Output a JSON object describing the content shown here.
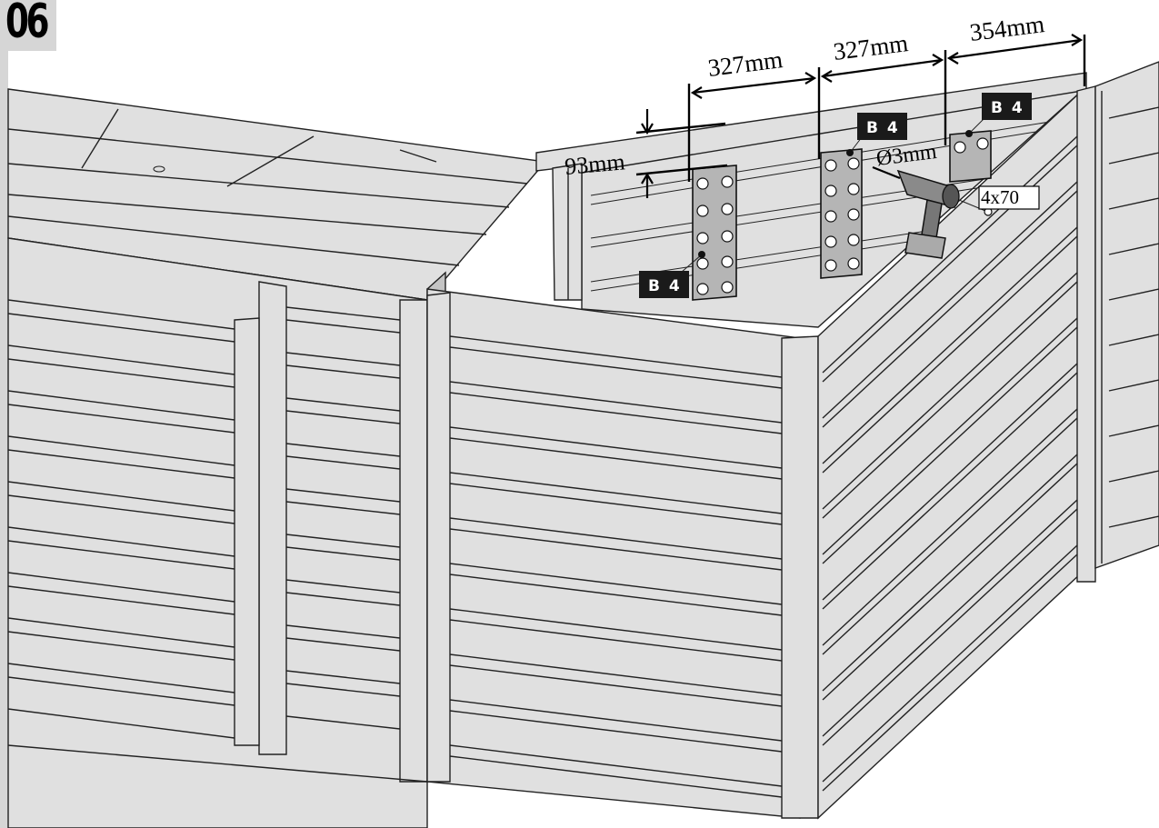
{
  "step": {
    "number": "06"
  },
  "dimensions": {
    "spacing_1": "327mm",
    "spacing_2": "327mm",
    "spacing_3": "354mm",
    "height_from_top": "93mm",
    "drill_diameter": "Ø3mm",
    "screw_size": "4x70"
  },
  "part_tags": [
    "B 4",
    "B 4",
    "B 4"
  ],
  "icons": {
    "tool": "drill-icon",
    "fastener": "screw-icon"
  }
}
